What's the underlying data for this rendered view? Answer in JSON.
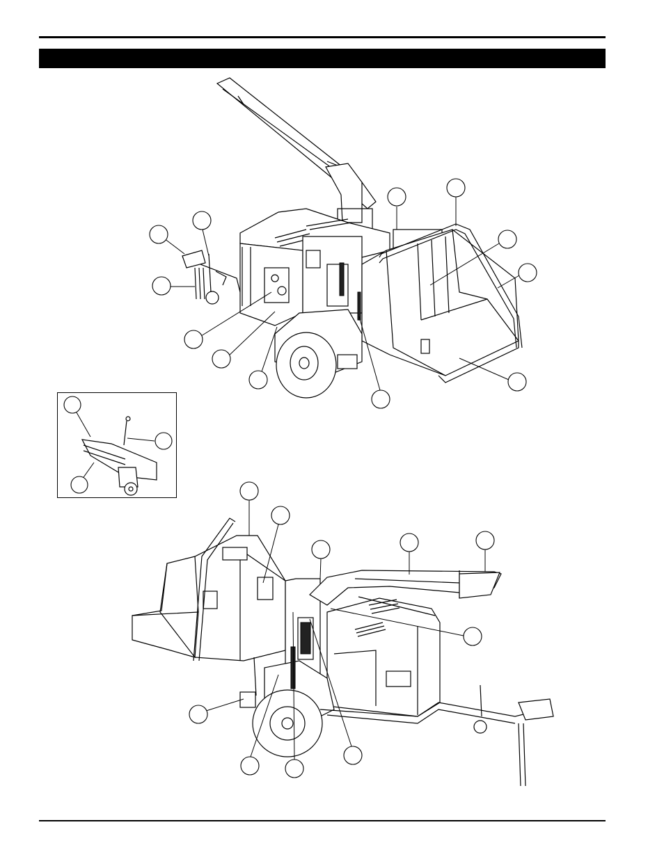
{
  "page": {
    "header_title": "",
    "footer_text": ""
  },
  "figures": [
    {
      "id": "top-view",
      "callouts": 13
    },
    {
      "id": "inset-view",
      "callouts": 3
    },
    {
      "id": "bottom-view",
      "callouts": 11
    }
  ]
}
